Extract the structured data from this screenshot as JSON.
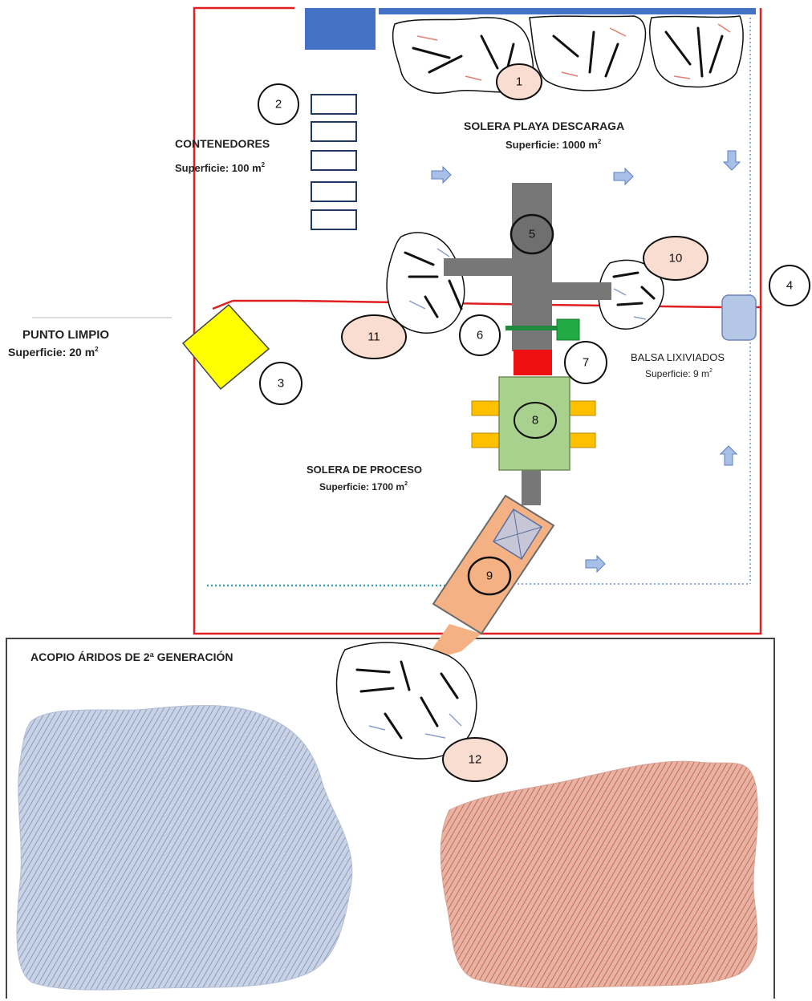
{
  "zones": {
    "unloading": {
      "title": "SOLERA PLAYA DESCARAGA",
      "area": "Superficie: 1000 m",
      "sup": "2"
    },
    "containers": {
      "title": "CONTENEDORES",
      "area": "Superficie: 100 m",
      "sup": "2"
    },
    "clean_point": {
      "title": "PUNTO LIMPIO",
      "area": "Superficie: 20 m",
      "sup": "2"
    },
    "leachate": {
      "title": "BALSA LIXIVIADOS",
      "area": "Superficie: 9 m",
      "sup": "2"
    },
    "process": {
      "title": "SOLERA DE PROCESO",
      "area": "Superficie: 1700 m",
      "sup": "2"
    },
    "storage": {
      "title": "ACOPIO ÁRIDOS DE 2ª GENERACIÓN"
    }
  },
  "markers": {
    "m1": "1",
    "m2": "2",
    "m3": "3",
    "m4": "4",
    "m5": "5",
    "m6": "6",
    "m7": "7",
    "m8": "8",
    "m9": "9",
    "m10": "10",
    "m11": "11",
    "m12": "12"
  },
  "colors": {
    "boundary": "#e02020",
    "blue_block": "#4472c4",
    "marker_fill": "#f8ddd0",
    "grey": "#777777",
    "green_box": "#a9d18e",
    "yellow": "#ffff00",
    "orange": "#f4b183",
    "arrow": "#a8c0e8"
  }
}
